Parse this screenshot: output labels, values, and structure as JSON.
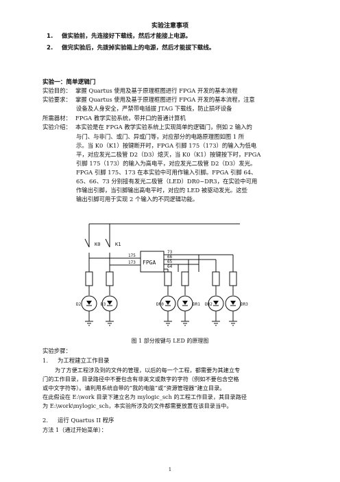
{
  "doc": {
    "title": "实验注意事项",
    "rules": [
      {
        "num": "1.",
        "text": "做实验前，先连接好下载线，然后才能接上电源。"
      },
      {
        "num": "2.",
        "text": "做完实验后，先拨掉实验箱上的电源，然后才能拔下载线。"
      }
    ],
    "section_title": "实验一：简单逻辑门",
    "fields": {
      "purpose_label": "实验目的：",
      "purpose": "掌握 Quartus 使用及基于原理框图进行 FPGA 开发的基本流程",
      "req_label": "实验要求：",
      "req_line1": "掌握 Quartus 使用及基于原理框图进行 FPGA 开发的基本流程，注意",
      "req_line2": "设备及人身安全，严禁带电插拔 JTAG 下载线，防止损坏设备",
      "equip_label": "所需器材：",
      "equip": "FPGA 教学实验系统，带并口的普通计算机",
      "intro_label": "实验介绍：",
      "intro_lines": [
        "本实验是在 FPGA 教学实验系统上实现简单的逻辑门，例如 2 输入的",
        "与门、与非门、或门、异或门等，对应部分的电路原理图如图 1 所",
        "示。当 K0（K1）按键断开时，FPGA 引脚 175（173）的输入为低电",
        "平，对应发光二极管 D2（D3）熄灭，当 K0（K1）按键按下时，FPGA",
        "引脚 175（173）的输入为高电平，对应发光二极管 D2（D3）发光。",
        "FPGA 引脚 175、173 在本实验中可用作输入引脚。FPGA 引脚 64、",
        "65、66、73 分别接有发光二极管（LED）DR0~DR3，在实验中可用",
        "作输出引脚，当引脚输出高电平时，对应的 LED 被驱动发光。这些",
        "输出引脚可用于实现 2 个输入的不同逻辑功能。"
      ]
    },
    "circuit": {
      "k0": "K0",
      "k1": "K1",
      "fpga": "FPGA",
      "pin_in_1": "175",
      "pin_in_2": "173",
      "pin_out_1": "73",
      "pin_out_2": "66",
      "pin_out_3": "65",
      "pin_out_4": "64",
      "d2": "D2",
      "d3": "D3",
      "dr0": "DR0",
      "dr1": "DR1",
      "dr2": "DR2",
      "dr3": "DR3"
    },
    "caption": "图 1  部分按键与 LED 的原理图",
    "steps_head": "实验步骤：",
    "step1": {
      "num": "1.",
      "title": "为工程建立工作目录"
    },
    "step1_para": [
      "为了方便工程涉及到的文件的管理，以后的每一个工程，都需要为其建立专",
      "门的工作目录，目录路径中不要包含有非英文或数字的字符（例如不要包含空格",
      "或中文字符等）。请利用系统自带的“我的电脑”或“资源管理器”建立目录。",
      "在此假设在 E:\\work 目录下建立名为 mylogic_sch 的工程工作目录，其目录路径",
      "为 E:\\work\\mylogic_sch，本实验所涉及的文件都需要放置在该目录当中。"
    ],
    "step2": {
      "num": "2.",
      "title": "运行 Quartus II 程序"
    },
    "step2_sub": "方法 1（通过开始菜单）：",
    "page_number": "1"
  }
}
